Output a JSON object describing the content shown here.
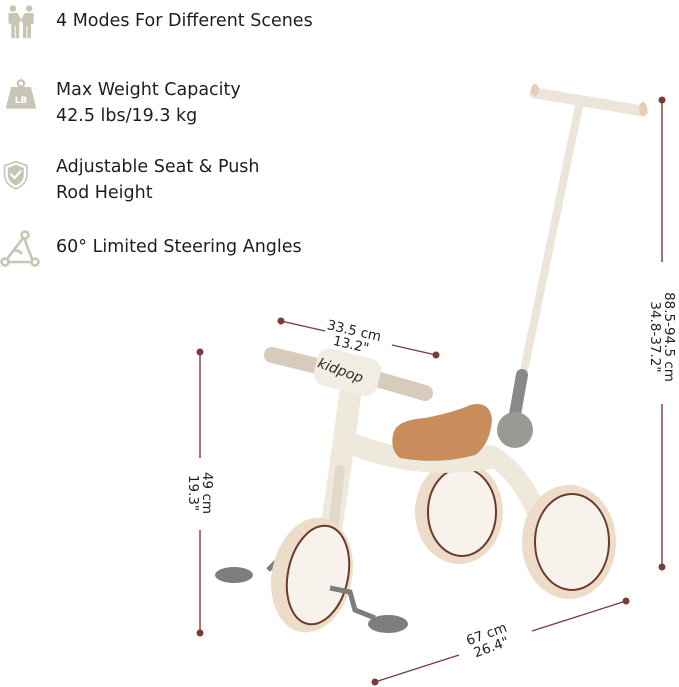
{
  "features": [
    {
      "icon": "two-people-icon",
      "lines": [
        "4 Modes For Different Scenes"
      ]
    },
    {
      "icon": "weight-lb-icon",
      "icon_text": "LB",
      "lines": [
        "Max Weight Capacity",
        "42.5 lbs/19.3 kg"
      ]
    },
    {
      "icon": "shield-check-icon",
      "lines": [
        "Adjustable Seat & Push",
        "Rod Height"
      ]
    },
    {
      "icon": "steering-angle-icon",
      "lines": [
        "60° Limited Steering Angles"
      ]
    }
  ],
  "product": {
    "brand_logo": "kidpop"
  },
  "dimensions": {
    "handlebar_width": {
      "metric": "33.5 cm",
      "imperial": "13.2\""
    },
    "total_height": {
      "metric": "88.5-94.5 cm",
      "imperial": "34.8-37.2\""
    },
    "handlebar_height": {
      "metric": "49 cm",
      "imperial": "19.3\""
    },
    "length": {
      "metric": "67 cm",
      "imperial": "26.4\""
    }
  },
  "colors": {
    "icon": "#c9c5b5",
    "text": "#1e1e1e",
    "dimension_line": "#7a3b3b",
    "frame": "#efe9dc",
    "seat": "#c98d5b",
    "tire": "#ecdcc8",
    "rim_accent": "#6b3a2c",
    "pedal": "#7d7d7b",
    "grip": "#d7ccbb"
  }
}
